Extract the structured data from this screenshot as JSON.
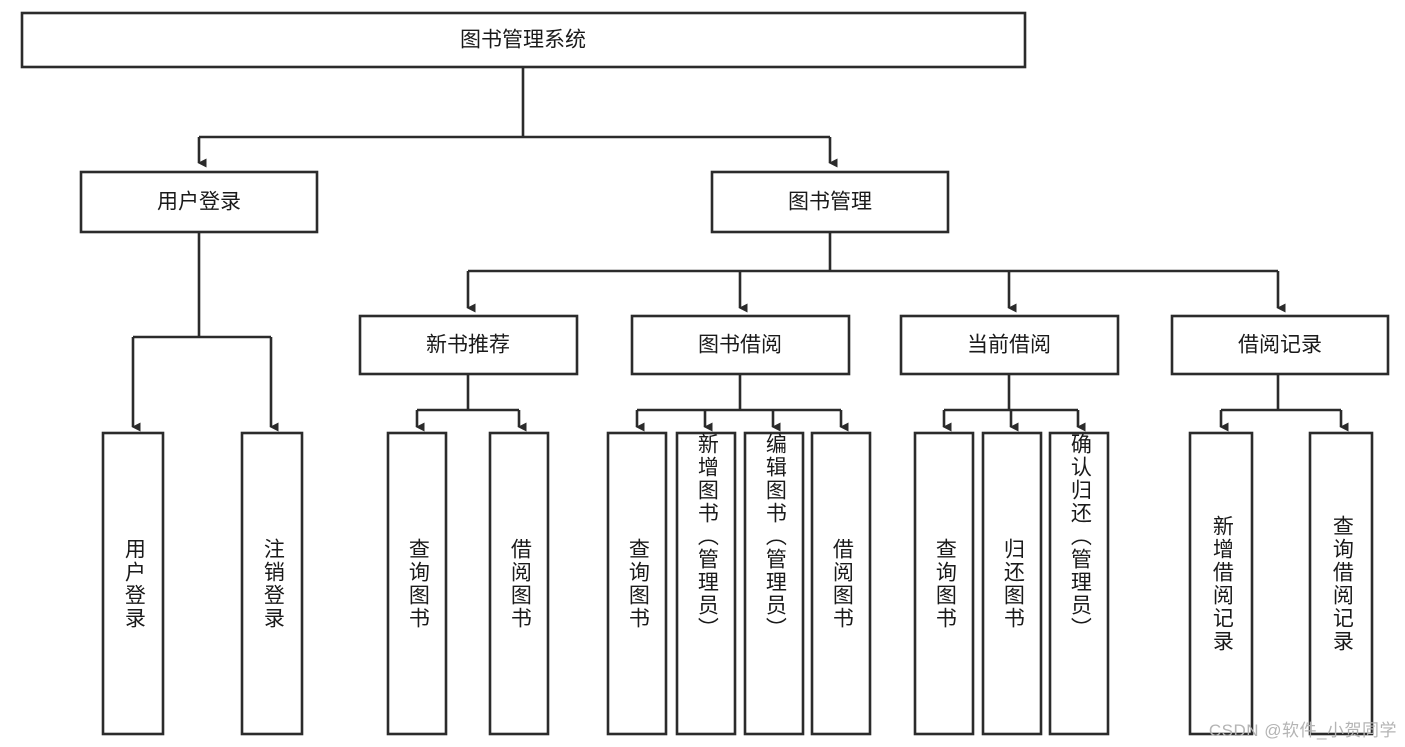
{
  "diagram": {
    "type": "tree-hierarchy",
    "title": "图书管理系统",
    "watermark": "CSDN @软件_小贺同学",
    "colors": {
      "background": "#ffffff",
      "box_stroke": "#2b2b2b",
      "box_fill": "#ffffff",
      "text": "#1a1a1a",
      "watermark": "#b4b4b4"
    },
    "levels": {
      "root": {
        "label": "图书管理系统"
      },
      "level2": [
        {
          "label": "用户登录"
        },
        {
          "label": "图书管理"
        }
      ],
      "level3": [
        {
          "label": "新书推荐"
        },
        {
          "label": "图书借阅"
        },
        {
          "label": "当前借阅"
        },
        {
          "label": "借阅记录"
        }
      ]
    },
    "leaves": {
      "user_login": [
        {
          "label": "用户登录"
        },
        {
          "label": "注销登录"
        }
      ],
      "new_book_recommend": [
        {
          "label": "查询图书"
        },
        {
          "label": "借阅图书"
        }
      ],
      "book_borrow": [
        {
          "label": "查询图书"
        },
        {
          "label": "新增图书（管理员）"
        },
        {
          "label": "编辑图书（管理员）"
        },
        {
          "label": "借阅图书"
        }
      ],
      "current_borrow": [
        {
          "label": "查询图书"
        },
        {
          "label": "归还图书"
        },
        {
          "label": "确认归还（管理员）"
        }
      ],
      "borrow_record": [
        {
          "label": "新增借阅记录"
        },
        {
          "label": "查询借阅记录"
        }
      ]
    }
  }
}
